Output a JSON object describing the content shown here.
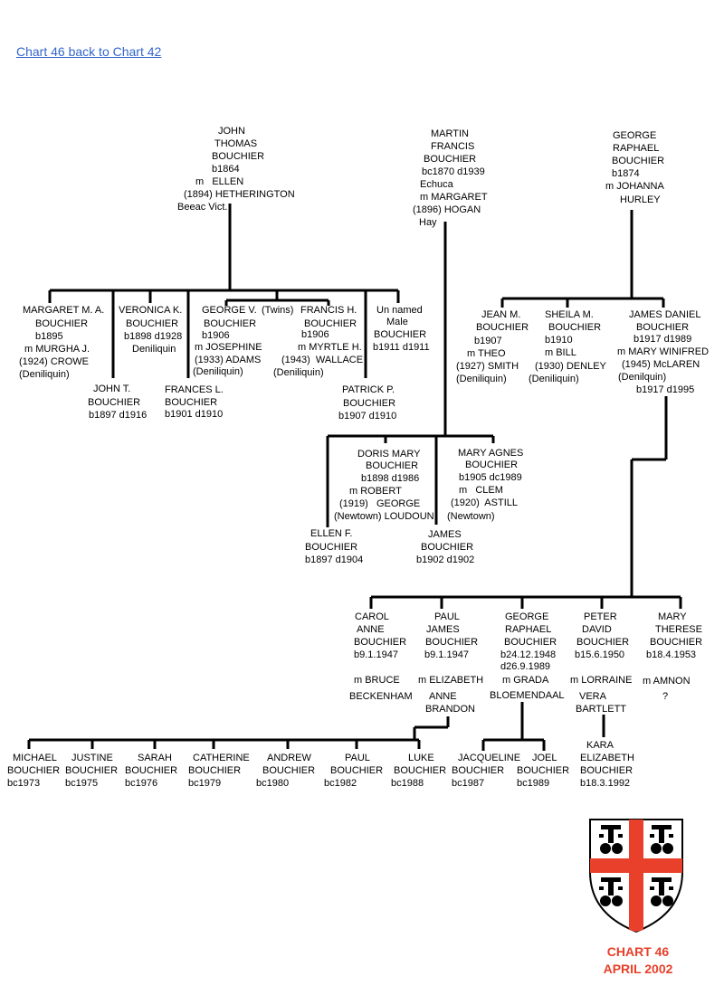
{
  "link": {
    "label": "Chart 46 back to Chart 42"
  },
  "colors": {
    "link": "#3366cc",
    "accent": "#e8402a",
    "line": "#000000"
  },
  "people": [
    {
      "id": "john-thomas",
      "lines": [
        "JOHN",
        "THOMAS",
        "BOUCHIER",
        "b1864",
        "m   ELLEN",
        "(1894) HETHERINGTON",
        "Beeac Vict."
      ]
    },
    {
      "id": "martin-francis",
      "lines": [
        "MARTIN",
        "FRANCIS",
        "BOUCHIER",
        "bc1870 d1939",
        "Echuca",
        "m MARGARET",
        "(1896) HOGAN",
        "Hay"
      ]
    },
    {
      "id": "george-raphael-sr",
      "lines": [
        "GEORGE",
        "RAPHAEL",
        "BOUCHIER",
        "b1874",
        "m JOHANNA",
        "HURLEY"
      ]
    },
    {
      "id": "margaret",
      "lines": [
        "MARGARET M. A.",
        "BOUCHIER",
        "b1895",
        "m MURGHA J.",
        "(1924) CROWE",
        "(Deniliquin)"
      ]
    },
    {
      "id": "veronica",
      "lines": [
        "VERONICA K.",
        "BOUCHIER",
        "b1898 d1928",
        "Deniliquin"
      ]
    },
    {
      "id": "george-v",
      "lines": [
        "GEORGE V.",
        "BOUCHIER",
        "b1906",
        "m JOSEPHINE",
        "(1933) ADAMS",
        "(Deniliquin)"
      ]
    },
    {
      "id": "twins-label",
      "lines": [
        "(Twins)"
      ]
    },
    {
      "id": "francis-h",
      "lines": [
        "FRANCIS H.",
        "BOUCHIER",
        "b1906",
        "m MYRTLE H.",
        "(1943)  WALLACE",
        "(Deniliquin)"
      ]
    },
    {
      "id": "unnamed-male",
      "lines": [
        "Un named",
        "Male",
        "BOUCHIER",
        "b1911 d1911"
      ]
    },
    {
      "id": "john-t",
      "lines": [
        "JOHN T.",
        "BOUCHIER",
        "b1897 d1916"
      ]
    },
    {
      "id": "frances-l",
      "lines": [
        "FRANCES L.",
        "BOUCHIER",
        "b1901 d1910"
      ]
    },
    {
      "id": "patrick-p",
      "lines": [
        "PATRICK P.",
        "BOUCHIER",
        "b1907 d1910"
      ]
    },
    {
      "id": "doris-mary",
      "lines": [
        "DORIS MARY",
        "BOUCHIER",
        "b1898 d1986",
        "m ROBERT",
        "(1919)   GEORGE",
        "(Newtown) LOUDOUN"
      ]
    },
    {
      "id": "mary-agnes",
      "lines": [
        "MARY AGNES",
        "BOUCHIER",
        "b1905 dc1989",
        "m   CLEM",
        "(1920)  ASTILL",
        "(Newtown)"
      ]
    },
    {
      "id": "ellen-f",
      "lines": [
        "ELLEN F.",
        "BOUCHIER",
        "b1897 d1904"
      ]
    },
    {
      "id": "james",
      "lines": [
        "JAMES",
        "BOUCHIER",
        "b1902 d1902"
      ]
    },
    {
      "id": "jean-m",
      "lines": [
        "JEAN M.",
        "BOUCHIER",
        "b1907",
        "m THEO",
        "(1927) SMITH",
        "(Deniliquin)"
      ]
    },
    {
      "id": "sheila-m",
      "lines": [
        "SHEILA M.",
        "BOUCHIER",
        "b1910",
        "m BILL",
        "(1930) DENLEY",
        "(Deniliquin)"
      ]
    },
    {
      "id": "james-daniel",
      "lines": [
        "JAMES DANIEL",
        "BOUCHIER",
        "b1917 d1989",
        "m MARY WINIFRED",
        "(1945) McLAREN",
        "(Denilquin)",
        "b1917 d1995"
      ]
    },
    {
      "id": "carol-anne",
      "lines": [
        "CAROL",
        "ANNE",
        "BOUCHIER",
        "b9.1.1947",
        "m BRUCE",
        "BECKENHAM"
      ]
    },
    {
      "id": "paul-james",
      "lines": [
        "PAUL",
        "JAMES",
        "BOUCHIER",
        "b9.1.1947",
        "m ELIZABETH",
        "ANNE",
        "BRANDON"
      ]
    },
    {
      "id": "george-raphael-jr",
      "lines": [
        "GEORGE",
        "RAPHAEL",
        "BOUCHIER",
        "b24.12.1948",
        "d26.9.1989",
        "m GRADA",
        "BLOEMENDAAL"
      ]
    },
    {
      "id": "peter-david",
      "lines": [
        "PETER",
        "DAVID",
        "BOUCHIER",
        "b15.6.1950",
        "m LORRAINE",
        "VERA",
        "BARTLETT"
      ]
    },
    {
      "id": "mary-therese",
      "lines": [
        "MARY",
        "THERESE",
        "BOUCHIER",
        "b18.4.1953",
        "m AMNON",
        "?"
      ]
    },
    {
      "id": "michael",
      "lines": [
        "MICHAEL",
        "BOUCHIER",
        "bc1973"
      ]
    },
    {
      "id": "justine",
      "lines": [
        "JUSTINE",
        "BOUCHIER",
        "bc1975"
      ]
    },
    {
      "id": "sarah",
      "lines": [
        "SARAH",
        "BOUCHIER",
        "bc1976"
      ]
    },
    {
      "id": "catherine",
      "lines": [
        "CATHERINE",
        "BOUCHIER",
        "bc1979"
      ]
    },
    {
      "id": "andrew",
      "lines": [
        "ANDREW",
        "BOUCHIER",
        "bc1980"
      ]
    },
    {
      "id": "paul",
      "lines": [
        "PAUL",
        "BOUCHIER",
        "bc1982"
      ]
    },
    {
      "id": "luke",
      "lines": [
        "LUKE",
        "BOUCHIER",
        "bc1988"
      ]
    },
    {
      "id": "jacqueline",
      "lines": [
        "JACQUELINE",
        "BOUCHIER",
        "bc1987"
      ]
    },
    {
      "id": "joel",
      "lines": [
        "JOEL",
        "BOUCHIER",
        "bc1989"
      ]
    },
    {
      "id": "kara-elizabeth",
      "lines": [
        "KARA",
        "ELIZABETH",
        "BOUCHIER",
        "b18.3.1992"
      ]
    }
  ],
  "footer": {
    "chart": "CHART 46",
    "date": "APRIL 2002"
  }
}
